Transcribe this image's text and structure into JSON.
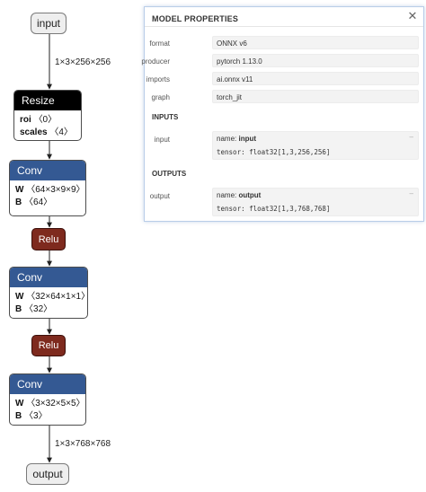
{
  "graph": {
    "input_node": "input",
    "output_node": "output",
    "edge_in_label": "1×3×256×256",
    "edge_out_label": "1×3×768×768",
    "resize": {
      "title": "Resize",
      "attrs": [
        {
          "name": "roi",
          "value": "〈0〉"
        },
        {
          "name": "scales",
          "value": "〈4〉"
        }
      ]
    },
    "conv1": {
      "title": "Conv",
      "attrs": [
        {
          "name": "W",
          "value": "〈64×3×9×9〉"
        },
        {
          "name": "B",
          "value": "〈64〉"
        }
      ]
    },
    "relu1": "Relu",
    "conv2": {
      "title": "Conv",
      "attrs": [
        {
          "name": "W",
          "value": "〈32×64×1×1〉"
        },
        {
          "name": "B",
          "value": "〈32〉"
        }
      ]
    },
    "relu2": "Relu",
    "conv3": {
      "title": "Conv",
      "attrs": [
        {
          "name": "W",
          "value": "〈3×32×5×5〉"
        },
        {
          "name": "B",
          "value": "〈3〉"
        }
      ]
    }
  },
  "panel": {
    "title": "MODEL PROPERTIES",
    "close": "✕",
    "properties": [
      {
        "label": "format",
        "value": "ONNX v6"
      },
      {
        "label": "producer",
        "value": "pytorch 1.13.0"
      },
      {
        "label": "imports",
        "value": "ai.onnx v11"
      },
      {
        "label": "graph",
        "value": "torch_jit"
      }
    ],
    "inputs_header": "INPUTS",
    "input": {
      "label": "input",
      "name_prefix": "name: ",
      "name": "input",
      "tensor_prefix": "tensor: ",
      "tensor": "float32[1,3,256,256]"
    },
    "outputs_header": "OUTPUTS",
    "output": {
      "label": "output",
      "name_prefix": "name: ",
      "name": "output",
      "tensor_prefix": "tensor: ",
      "tensor": "float32[1,3,768,768]"
    },
    "expand_glyph": "–"
  },
  "colors": {
    "edge": "#222222",
    "resize_header": "#000000",
    "conv_header": "#345993",
    "relu": "#7e2a1e"
  }
}
